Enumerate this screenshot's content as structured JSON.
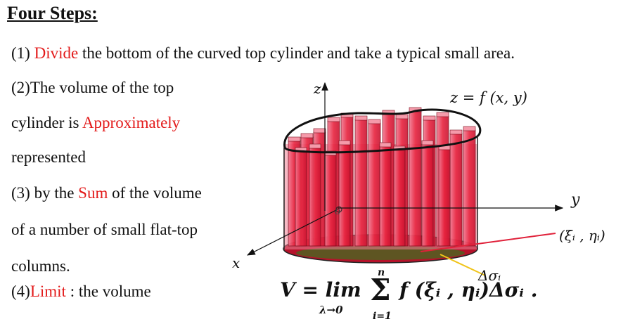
{
  "title": "Four Steps:",
  "step1": {
    "prefix": "(1) ",
    "highlight": "Divide",
    "rest": " the bottom of the curved top cylinder and take a typical small area."
  },
  "step2": {
    "line1": "(2)The volume of the top",
    "line2_prefix": "cylinder is ",
    "line2_highlight": "Approximately",
    "line3": "represented"
  },
  "step3": {
    "line1_prefix": "(3) by the ",
    "line1_highlight": "Sum",
    "line1_rest": " of the volume",
    "line2": "of a number of small flat-top",
    "line3": "columns."
  },
  "step4": {
    "prefix": "(4)",
    "highlight": "Limit",
    "rest": " : the volume"
  },
  "diagram": {
    "axis_z": "z",
    "axis_y": "y",
    "axis_x": "x",
    "origin": "o",
    "surface_label": "z = f (x, y)",
    "point_label": "(ξᵢ , ηᵢ)",
    "area_label": "Δσᵢ"
  },
  "formula": {
    "lhs": "V = lim",
    "limit_sub": "λ→0",
    "sum_top": "n",
    "sum_symbol": "Σ",
    "sum_bottom": "i=1",
    "body": "f (ξᵢ , ηᵢ)Δσᵢ ."
  },
  "colors": {
    "highlight": "#e31b1b",
    "column_fill": "#e8243f",
    "column_light": "#f2708a",
    "base": "#c0152c",
    "base_green": "#2f7a1f",
    "area_line": "#f0c419",
    "pointer_line": "#e0213a"
  }
}
